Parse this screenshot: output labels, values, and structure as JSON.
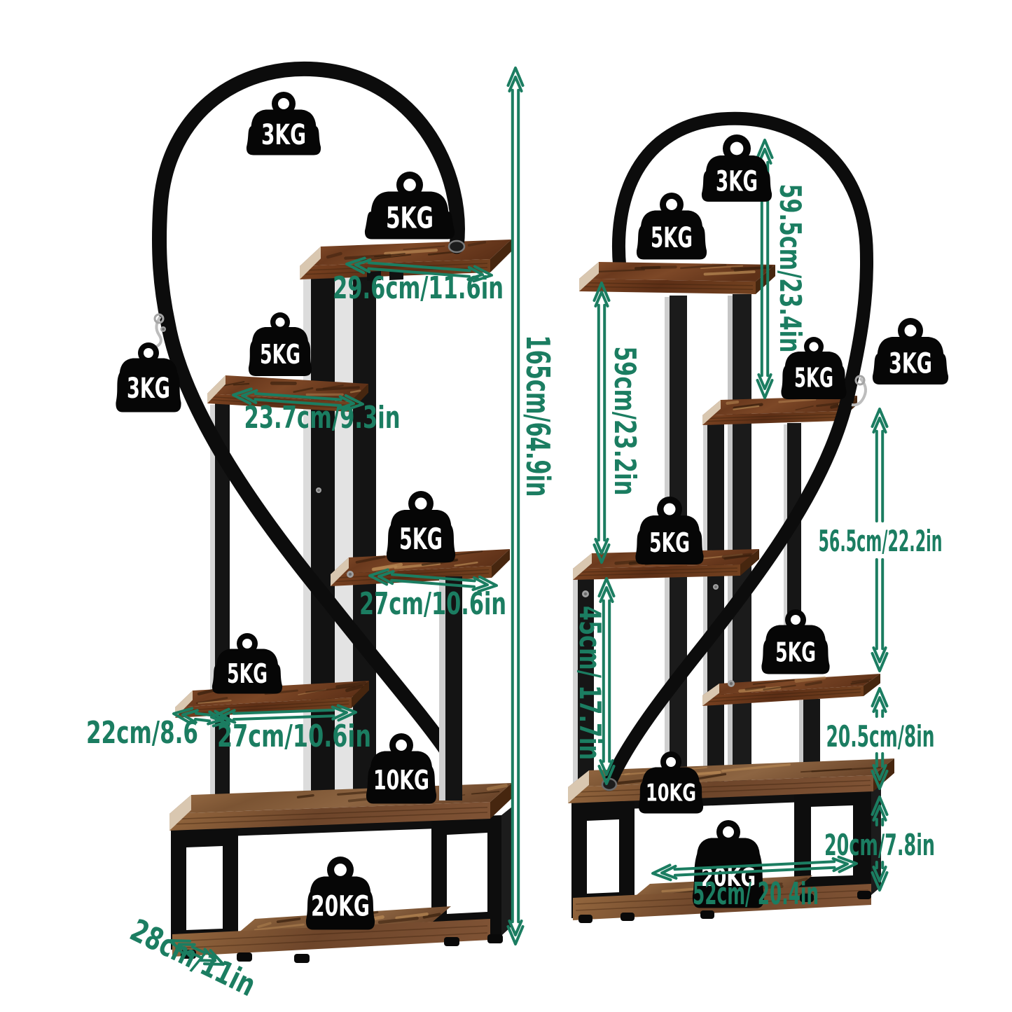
{
  "page": {
    "type": "product dimension diagram",
    "subject": "6-tier half-heart metal plant stands with wood shelves (pair view)",
    "background": "#ffffff"
  },
  "colors": {
    "dimension_color": "#1b7d61",
    "weight_color": "#060606",
    "weight_label_color": "#ffffff",
    "metal_color": "#141414",
    "wood_color": "#7c4525",
    "background": "#ffffff"
  },
  "stands": {
    "left": {
      "name": "left half-heart plant stand",
      "weights": {
        "arch": "3KG",
        "top_shelf": "5KG",
        "hanging": "3KG",
        "second_shelf": "5KG",
        "third_shelf": "5KG",
        "fourth_shelf": "5KG",
        "base_shelf": "10KG",
        "bottom_shelf": "20KG"
      },
      "dims": {
        "top_shelf_width": "29.6cm/11.6in",
        "second_shelf_width": "23.7cm/9.3in",
        "third_shelf_width": "27cm/10.6in",
        "fourth_shelf_depth": "22cm/8.6",
        "fourth_shelf_width": "27cm/10.6in",
        "base_depth": "28cm/11in",
        "total_height": "165cm/64.9in"
      }
    },
    "right": {
      "name": "right half-heart plant stand",
      "weights": {
        "arch": "3KG",
        "top_shelf": "5KG",
        "hanging": "3KG",
        "second_shelf": "5KG",
        "third_shelf": "5KG",
        "fourth_shelf": "5KG",
        "base_shelf": "10KG",
        "bottom_shelf": "20KG"
      },
      "dims": {
        "arch_to_second_shelf": "59.5cm/23.4in",
        "top_shelf_to_third_shelf": "59cm/23.2in",
        "third_shelf_to_base": "45cm/ 17.7in",
        "second_to_fourth_shelf": "56.5cm/22.2in",
        "fourth_shelf_to_base": "20.5cm/8in",
        "base_height": "20cm/7.8in",
        "base_width": "52cm/ 20.4in"
      }
    }
  }
}
